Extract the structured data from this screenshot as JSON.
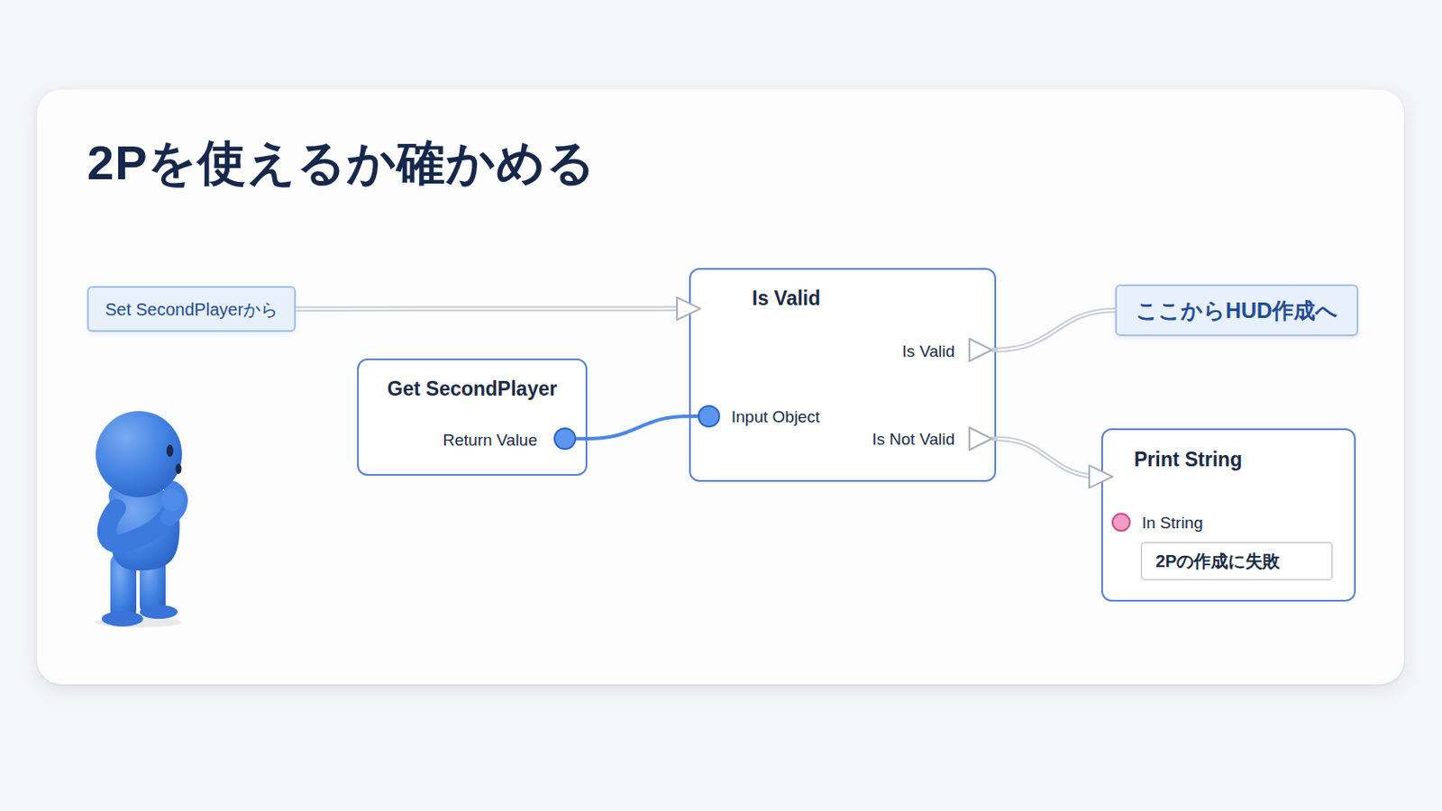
{
  "diagram": {
    "title": "2Pを使えるか確かめる",
    "nodes": [
      {
        "text": [
          "Set SecondPlayerから"
        ]
      },
      {
        "text": [
          "Get SecondPlayer",
          "Return Value"
        ]
      },
      {
        "text": [
          "Is Valid",
          "Is Valid",
          "Input Object",
          "Is Not Valid"
        ]
      },
      {
        "text": [
          "ここからHUD作成へ"
        ]
      },
      {
        "text": [
          "Print String",
          "In String"
        ]
      },
      {
        "text": [
          "2Pの作成に失敗"
        ],
        "in": 4
      }
    ],
    "edges": [
      {
        "from": 0,
        "to": 2,
        "arrow": "to"
      },
      {
        "from": 1,
        "to": 2,
        "arrow": "none"
      },
      {
        "from": 2,
        "to": 3,
        "arrow": "none"
      },
      {
        "from": 2,
        "to": 4,
        "arrow": "to"
      }
    ]
  }
}
